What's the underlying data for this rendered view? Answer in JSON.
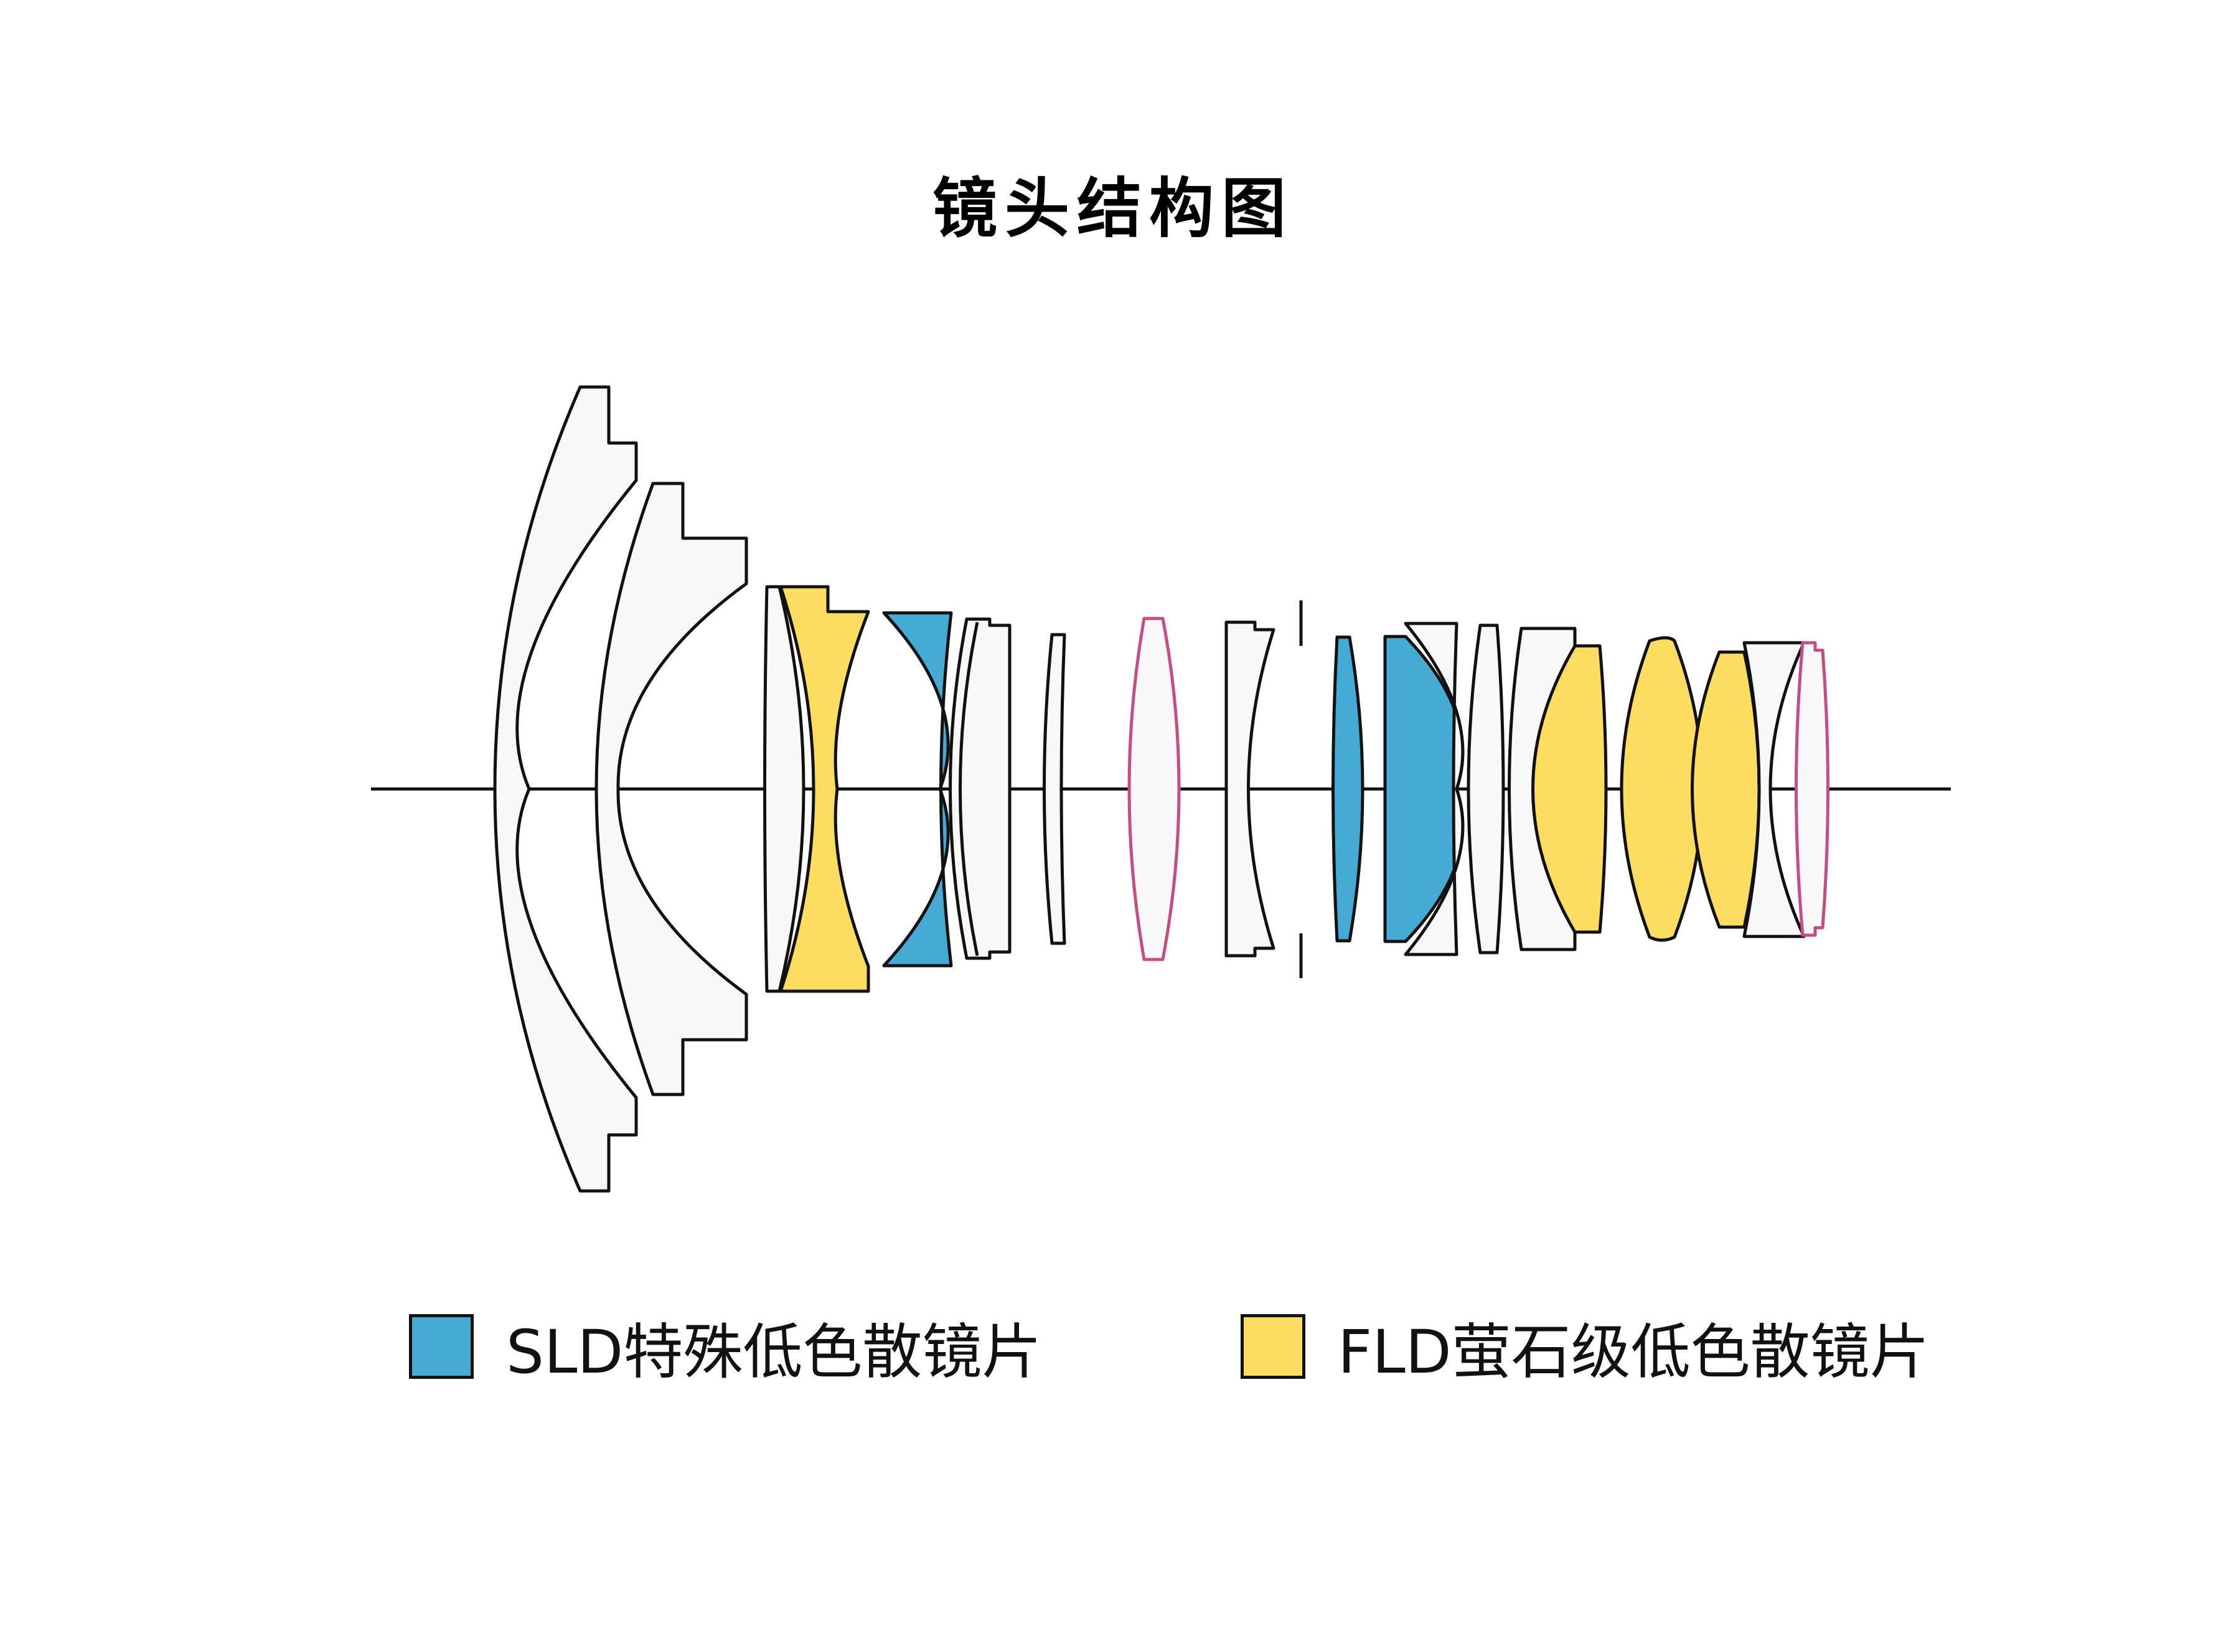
{
  "title": "镜头结构图",
  "colors": {
    "sld": "#45abd5",
    "fld": "#fddd60",
    "aspheric_outline": "#c64d83",
    "plain": "#f8f8f8"
  },
  "legend": [
    {
      "key": "sld",
      "label": "SLD特殊低色散镜片"
    },
    {
      "key": "fld",
      "label": "FLD萤石级低色散镜片"
    }
  ]
}
